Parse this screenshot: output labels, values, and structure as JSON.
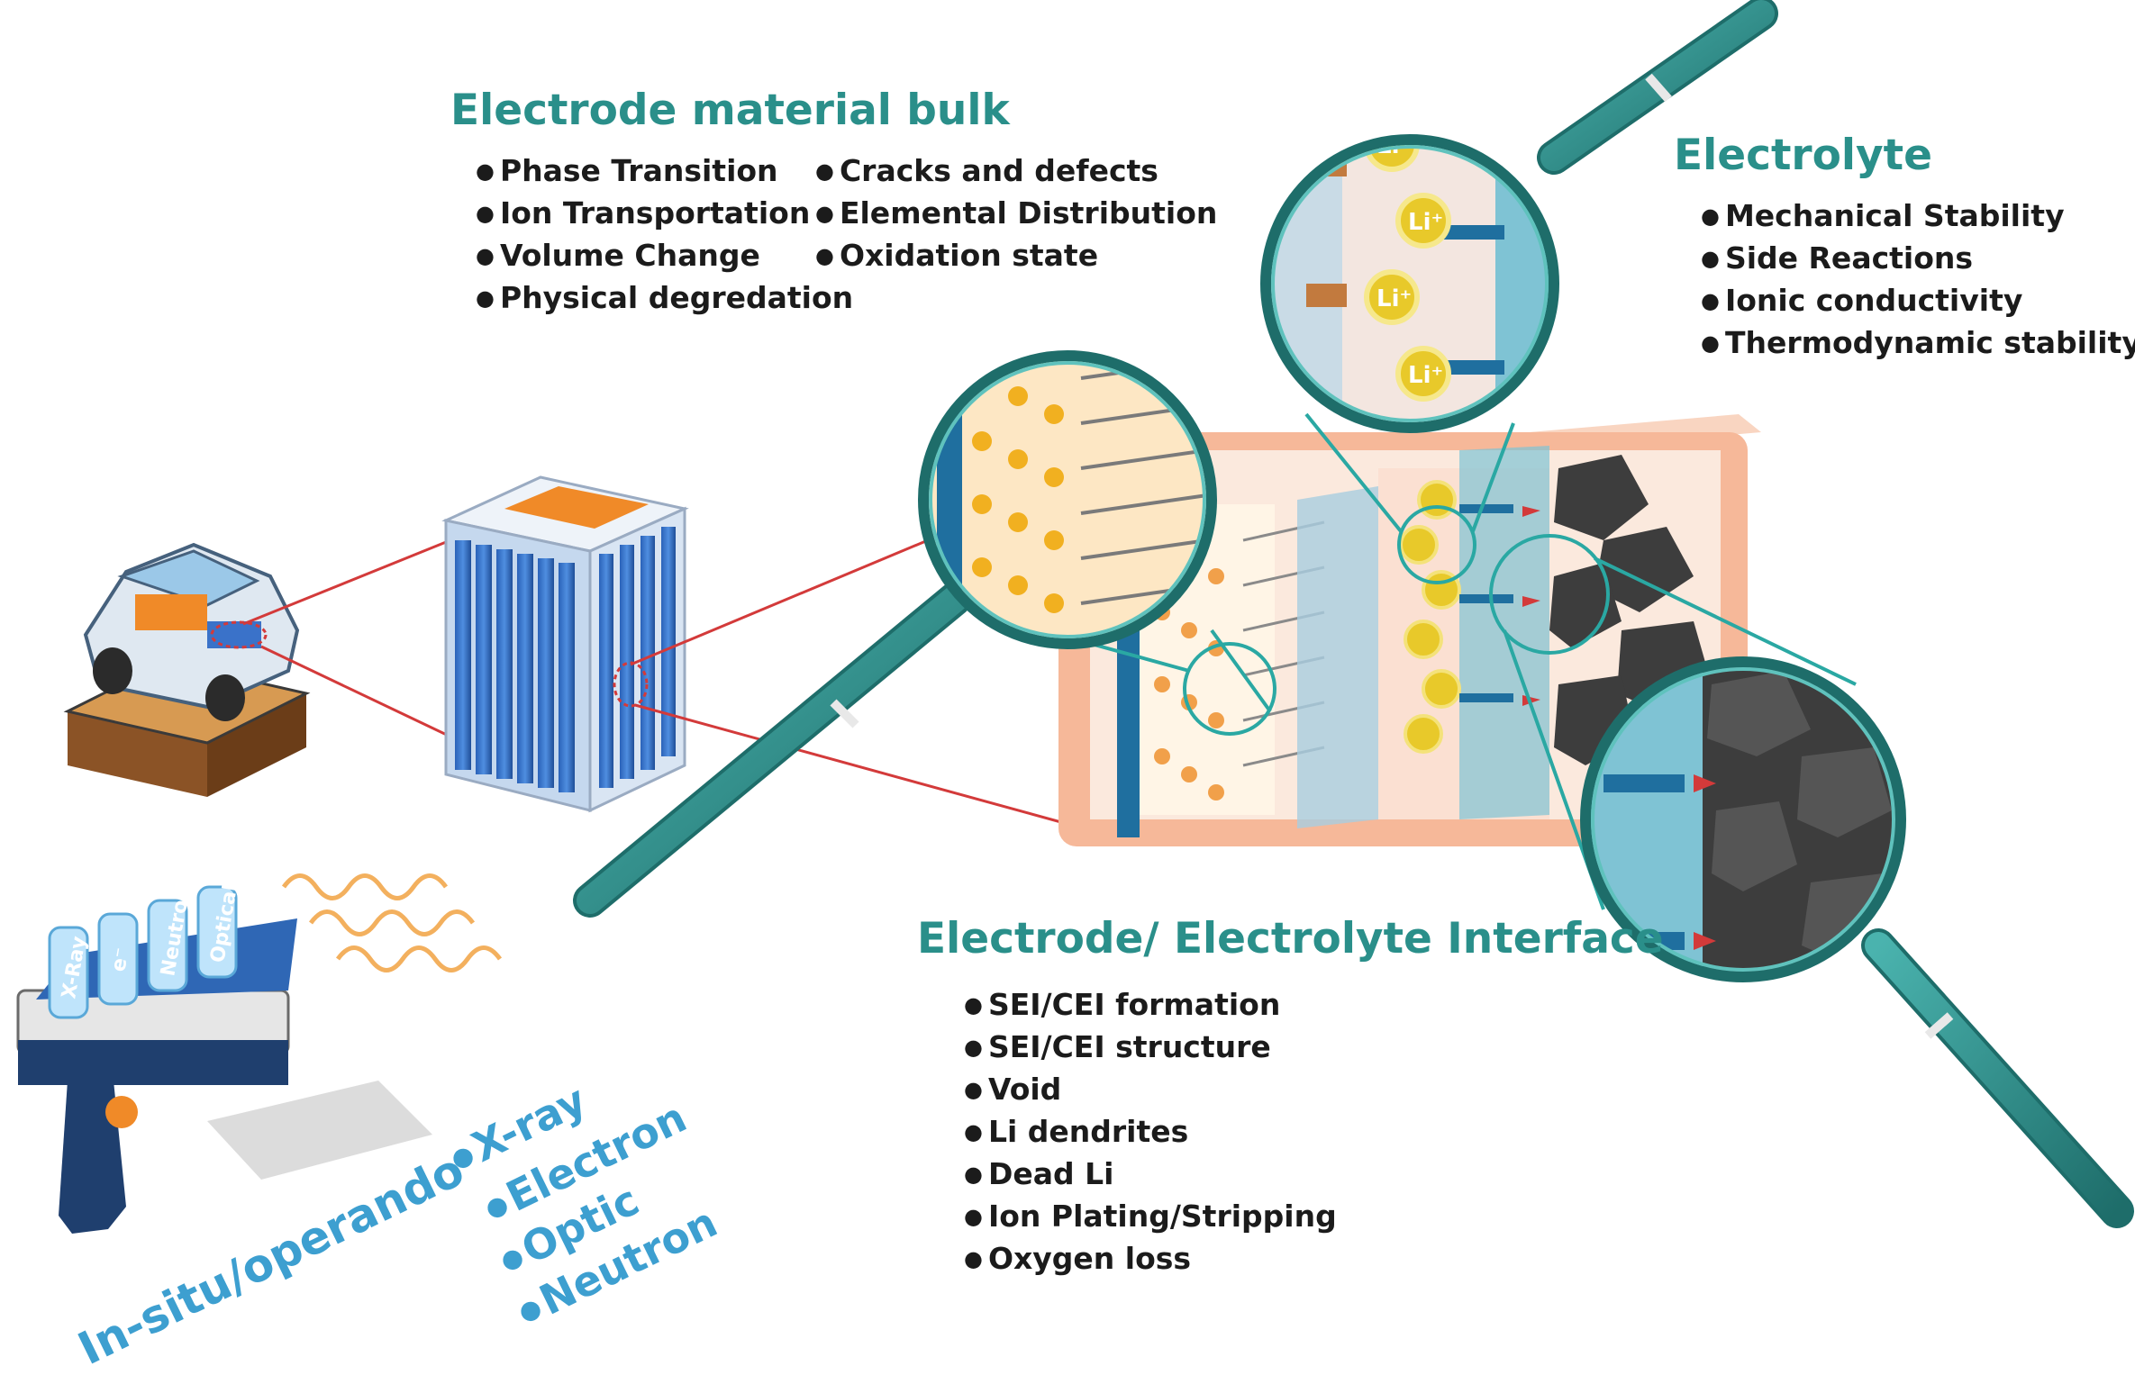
{
  "electrode_bulk": {
    "title": "Electrode material bulk",
    "left_items": [
      "Phase Transition",
      "Ion Transportation",
      "Volume Change",
      "Physical degredation"
    ],
    "right_items": [
      "Cracks and defects",
      "Elemental Distribution",
      "Oxidation state"
    ]
  },
  "electrolyte": {
    "title": "Electrolyte",
    "items": [
      "Mechanical Stability",
      "Side Reactions",
      "Ionic conductivity",
      "Thermodynamic stability"
    ]
  },
  "interface": {
    "title": "Electrode/ Electrolyte Interface",
    "items": [
      "SEI/CEI formation",
      "SEI/CEI structure",
      "Void",
      "Li dendrites",
      "Dead Li",
      "Ion Plating/Stripping",
      "Oxygen loss"
    ]
  },
  "insitu": {
    "title": "In-situ/operando",
    "items": [
      "X-ray",
      "Electron",
      "Optic",
      "Neutron"
    ]
  },
  "probe_labels": [
    "X-Ray",
    "e⁻",
    "Neutron",
    "Optical"
  ],
  "ion_label": "Li⁺",
  "colors": {
    "accent_teal": "#2a8f8a",
    "insitu_blue": "#3d9fd0",
    "cell_salmon": "#f6b899",
    "anode_dark": "#3d3d3d",
    "cathode_orange": "#f1a04a",
    "li_ion_yellow": "#e8c92a",
    "wave_orange": "#f3b05e",
    "zoom_line_red": "#d33a3a"
  }
}
